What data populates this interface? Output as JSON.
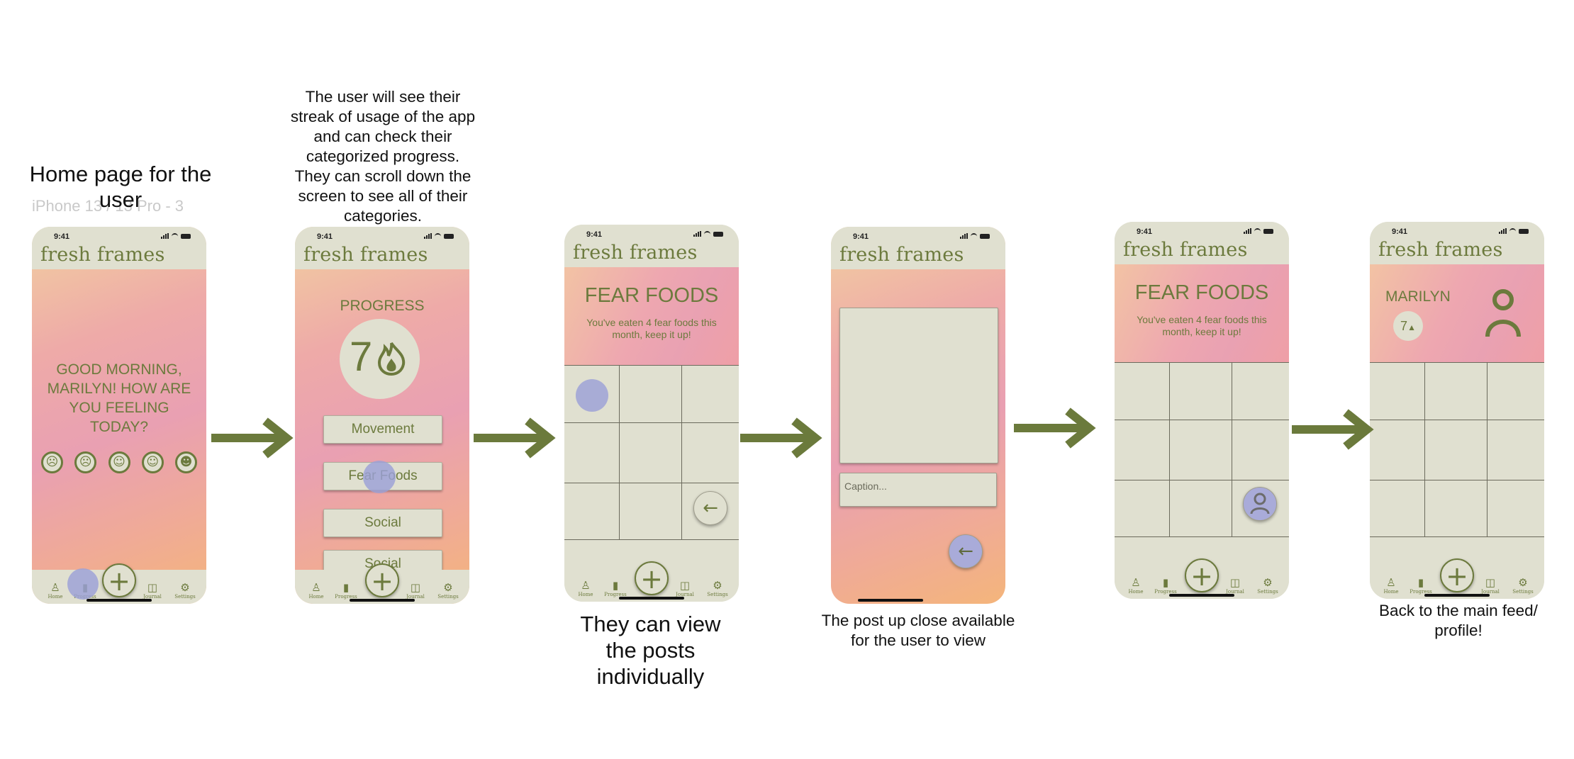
{
  "annotations": {
    "home": "Home page for the user",
    "home_ghost": "iPhone 13 / 13 Pro - 3",
    "progress": "The user will see their streak of usage of the app and can check their categorized progress. They can scroll down the screen to see all of their categories.",
    "posts": "They can view the posts individually",
    "close_up": "The post up close available for the user to view",
    "back": "Back to the main feed/ profile!"
  },
  "phone": {
    "time": "9:41",
    "brand": "fresh frames"
  },
  "nav": {
    "home": "Home",
    "progress": "Progress",
    "journal": "Journal",
    "settings": "Settings"
  },
  "home_screen": {
    "greeting": "GOOD MORNING, MARILYN! HOW ARE YOU FEELING TODAY?"
  },
  "progress_screen": {
    "title": "PROGRESS",
    "streak": "7",
    "categories": [
      "Movement",
      "Fear Foods",
      "Social",
      "Social"
    ]
  },
  "fear_foods": {
    "title": "FEAR FOODS",
    "subtitle": "You've eaten 4 fear foods this month, keep it up!"
  },
  "post_screen": {
    "caption_placeholder": "Caption..."
  },
  "profile_screen": {
    "name": "MARILYN",
    "streak": "7"
  },
  "colors": {
    "accent": "#6c7a3d",
    "panel": "#e0e0d0",
    "touch": "#9ba0d7"
  }
}
